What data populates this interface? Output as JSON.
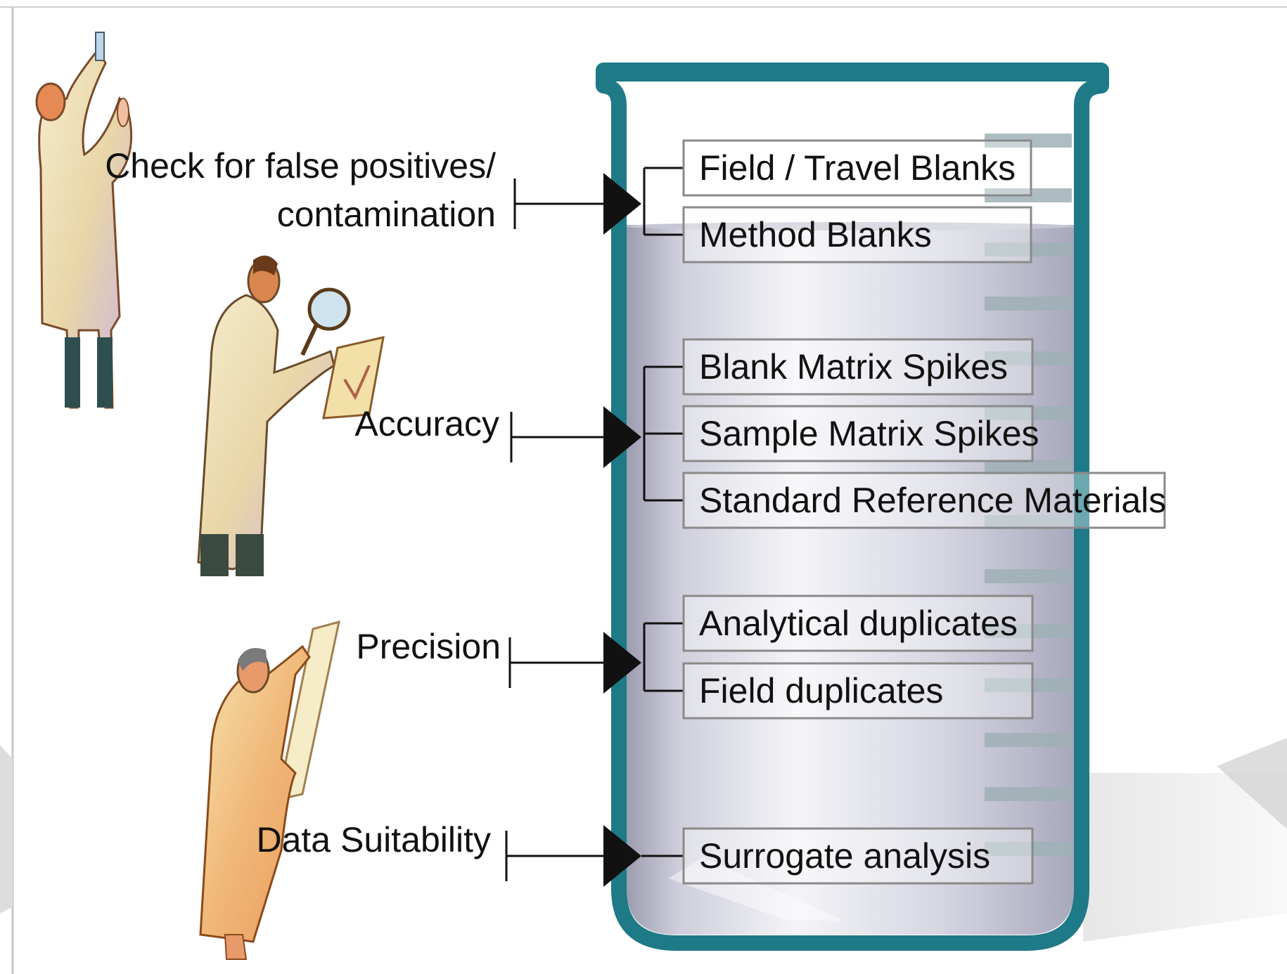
{
  "categories": [
    {
      "label_lines": [
        "Check for false positives/",
        "contamination"
      ],
      "items": [
        "Field / Travel Blanks",
        "Method Blanks"
      ]
    },
    {
      "label_lines": [
        "Accuracy"
      ],
      "items": [
        "Blank Matrix Spikes",
        "Sample Matrix Spikes",
        "Standard Reference Materials"
      ]
    },
    {
      "label_lines": [
        "Precision"
      ],
      "items": [
        "Analytical duplicates",
        "Field duplicates"
      ]
    },
    {
      "label_lines": [
        "Data Suitability"
      ],
      "items": [
        "Surrogate analysis"
      ]
    }
  ],
  "colors": {
    "beaker_rim": "#1e7a86",
    "liquid_light": "#f2f2f6",
    "liquid_dark": "#b8b8c8",
    "connector": "#111111",
    "box_border": "#8a8a8a",
    "text": "#111111"
  },
  "figures": [
    "scientist-with-test-tube",
    "scientist-with-magnifier",
    "scientist-with-ruler"
  ]
}
